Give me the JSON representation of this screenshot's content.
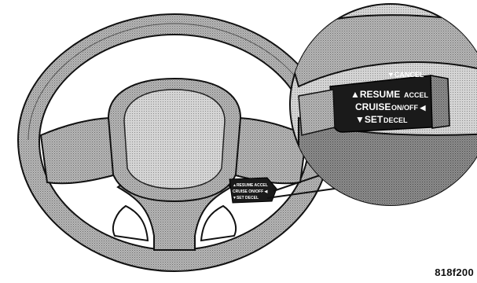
{
  "figure": {
    "number": "818f200"
  },
  "lever": {
    "cancel": "▼CANCEL",
    "resume": "▲RESUME",
    "accel": "ACCEL",
    "cruise": "CRUISE",
    "onoff": "ON/OFF ◀",
    "set": "▼SET",
    "decel": "DECEL"
  },
  "small_lever": {
    "line1": "▲RESUME ACCEL",
    "line2": "CRUISE ON/OFF ◀",
    "line3": "▼SET DECEL"
  },
  "colors": {
    "line": "#111111",
    "shade": "#9a9a9a",
    "lever": "#1a1a1a"
  }
}
